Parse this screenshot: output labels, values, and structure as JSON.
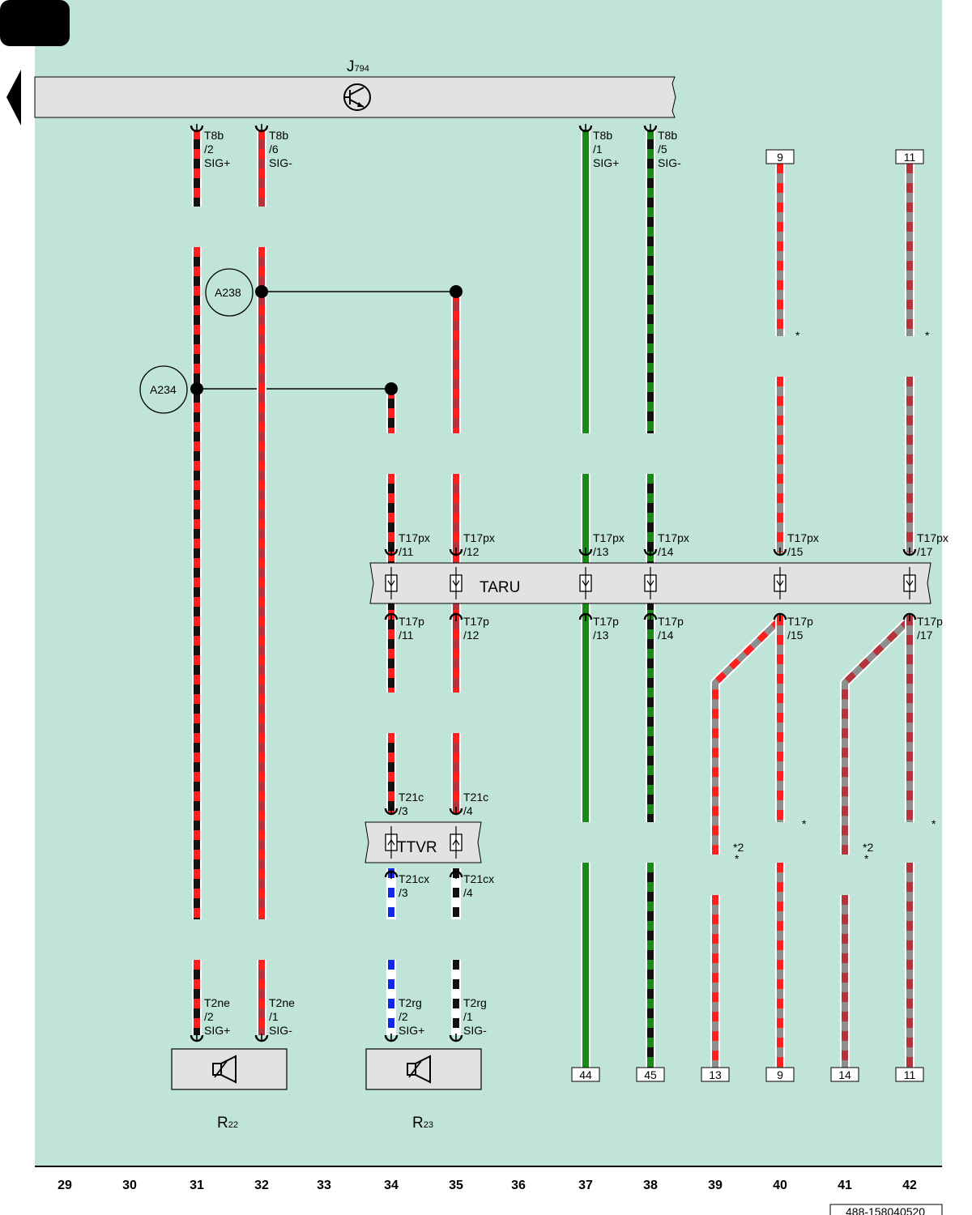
{
  "modules": {
    "j794": {
      "label": "J",
      "sub": "794"
    },
    "taru": {
      "label": "TARU"
    },
    "ttvr": {
      "label": "TTVR"
    },
    "r22": {
      "label": "R",
      "sub": "22"
    },
    "r23": {
      "label": "R",
      "sub": "23"
    }
  },
  "splices": [
    {
      "id": "a238",
      "label": "A238"
    },
    {
      "id": "a234",
      "label": "A234"
    }
  ],
  "pins": [
    {
      "l1": "T8b",
      "l2": "/2",
      "l3": "SIG+"
    },
    {
      "l1": "T8b",
      "l2": "/6",
      "l3": "SIG-"
    },
    {
      "l1": "T8b",
      "l2": "/1",
      "l3": "SIG+"
    },
    {
      "l1": "T8b",
      "l2": "/5",
      "l3": "SIG-"
    },
    {
      "l1": "T17px",
      "l2": "/11"
    },
    {
      "l1": "T17px",
      "l2": "/12"
    },
    {
      "l1": "T17px",
      "l2": "/13"
    },
    {
      "l1": "T17px",
      "l2": "/14"
    },
    {
      "l1": "T17px",
      "l2": "/15"
    },
    {
      "l1": "T17px",
      "l2": "/17"
    },
    {
      "l1": "T17p",
      "l2": "/11"
    },
    {
      "l1": "T17p",
      "l2": "/12"
    },
    {
      "l1": "T17p",
      "l2": "/13"
    },
    {
      "l1": "T17p",
      "l2": "/14"
    },
    {
      "l1": "T17p",
      "l2": "/15"
    },
    {
      "l1": "T17p",
      "l2": "/17"
    },
    {
      "l1": "T21c",
      "l2": "/3"
    },
    {
      "l1": "T21c",
      "l2": "/4"
    },
    {
      "l1": "T21cx",
      "l2": "/3"
    },
    {
      "l1": "T21cx",
      "l2": "/4"
    },
    {
      "l1": "T2ne",
      "l2": "/2",
      "l3": "SIG+"
    },
    {
      "l1": "T2ne",
      "l2": "/1",
      "l3": "SIG-"
    },
    {
      "l1": "T2rg",
      "l2": "/2",
      "l3": "SIG+"
    },
    {
      "l1": "T2rg",
      "l2": "/1",
      "l3": "SIG-"
    }
  ],
  "top_refs": [
    "9",
    "11"
  ],
  "bottom_refs": [
    "44",
    "45",
    "13",
    "9",
    "14",
    "11"
  ],
  "notes": [
    "*",
    "*",
    "*",
    "*",
    "*2",
    "*",
    "*2",
    "*"
  ],
  "columns": [
    "29",
    "30",
    "31",
    "32",
    "33",
    "34",
    "35",
    "36",
    "37",
    "38",
    "39",
    "40",
    "41",
    "42"
  ],
  "doc_id": "488-158040520",
  "colors": {
    "background": "#c1e4d9",
    "module_fill": "#e2e2e2",
    "red": "#ff1f1f",
    "black": "#111111",
    "brown": "#b5333a",
    "green": "#1b8a1b",
    "grey": "#8e8e8e",
    "blue": "#1228e8",
    "white": "#ffffff"
  },
  "wire_colors": {
    "c31": [
      "red",
      "black"
    ],
    "c32": [
      "red",
      "brown"
    ],
    "c34": [
      "red",
      "black"
    ],
    "c35": [
      "red",
      "brown"
    ],
    "c37": [
      "green"
    ],
    "c38": [
      "green",
      "black"
    ],
    "c39": [
      "red",
      "grey"
    ],
    "c40": [
      "red",
      "grey"
    ],
    "c41": [
      "brown",
      "grey"
    ],
    "c42": [
      "brown",
      "grey"
    ],
    "c34_low": [
      "blue",
      "white"
    ],
    "c35_low": [
      "black",
      "white"
    ]
  }
}
